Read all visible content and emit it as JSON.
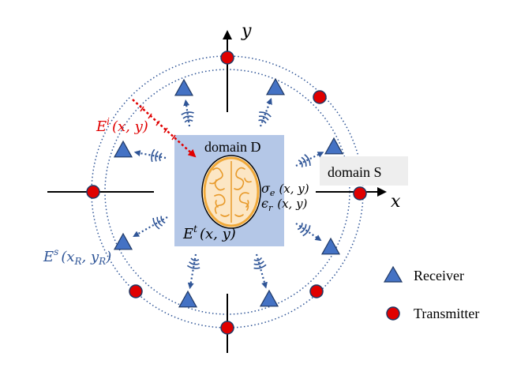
{
  "axes": {
    "x_label": "x",
    "y_label": "y"
  },
  "domain_d": {
    "label": "domain D",
    "fill": "#b4c7e7"
  },
  "domain_s": {
    "label": "domain S",
    "fill": "#eeeeee"
  },
  "incident_field": {
    "base": "E",
    "sup": "i",
    "args": "(x, y)",
    "color": "#e00000"
  },
  "total_field": {
    "base": "E",
    "sup": "t",
    "args": "(x, y)"
  },
  "scattered_field": {
    "base": "E",
    "sup": "s",
    "args_open": "(x",
    "sub1": "R",
    "args_mid": ", y",
    "sub2": "R",
    "args_close": ")",
    "color": "#2f5597"
  },
  "conductivity": {
    "symbol": "σ",
    "sub": "e",
    "args": "(x, y)"
  },
  "permittivity": {
    "symbol": "ϵ",
    "sub": "r",
    "args": "(x, y)"
  },
  "legend": {
    "receiver": {
      "label": "Receiver",
      "color": "#4472c4"
    },
    "transmitter": {
      "label": "Transmitter",
      "color": "#e00000"
    }
  },
  "colors": {
    "dots": "#2f5597",
    "brain": "#f0a93a",
    "brain_fill": "#fce6c4"
  }
}
